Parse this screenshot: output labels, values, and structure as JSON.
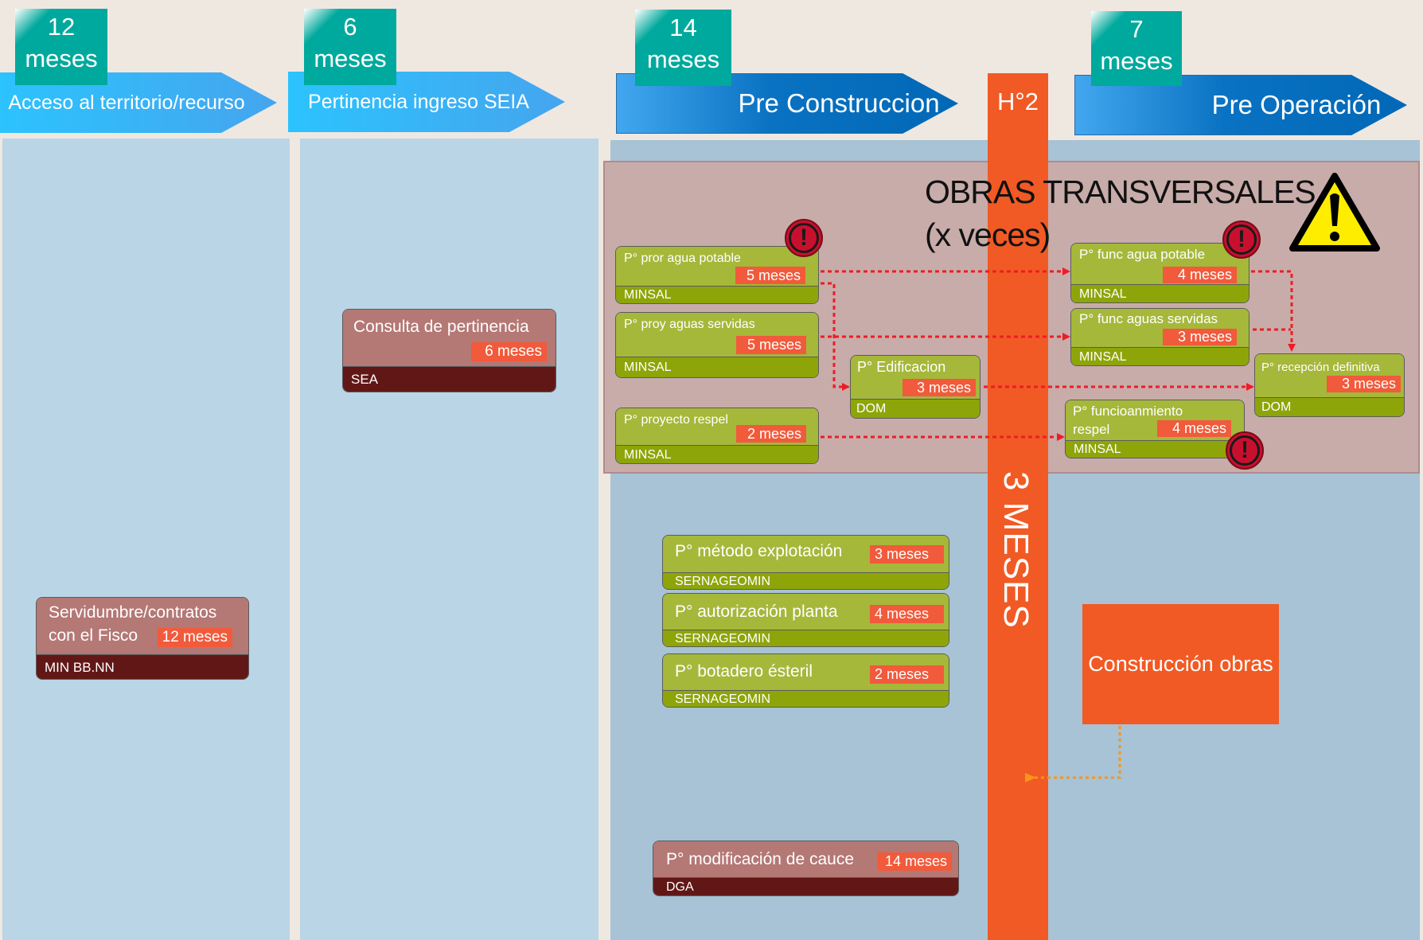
{
  "phases": [
    {
      "label": "Acceso al territorio/recurso",
      "duration_number": "12",
      "duration_unit": "meses"
    },
    {
      "label": "Pertinencia ingreso SEIA",
      "duration_number": "6",
      "duration_unit": "meses"
    },
    {
      "label": "Pre Construccion",
      "duration_number": "14",
      "duration_unit": "meses"
    },
    {
      "label": "Pre Operación",
      "duration_number": "7",
      "duration_unit": "meses"
    }
  ],
  "milestone": {
    "label": "H°2",
    "vertical_label": "3 MESES"
  },
  "transversal": {
    "title_line1": "OBRAS TRANSVERSALES",
    "title_line2": "(x veces)",
    "warning_icon": "warning-triangle-icon"
  },
  "cards": {
    "servidumbre": {
      "title_line1": "Servidumbre/contratos",
      "title_line2": "con el Fisco",
      "duration": "12 meses",
      "agency": "MIN BB.NN"
    },
    "consulta": {
      "title": "Consulta de pertinencia",
      "duration": "6 meses",
      "agency": "SEA"
    },
    "pror_agua": {
      "title": "P° pror agua potable",
      "duration": "5 meses",
      "agency": "MINSAL",
      "alert": true
    },
    "proy_aguas": {
      "title": "P° proy aguas servidas",
      "duration": "5 meses",
      "agency": "MINSAL"
    },
    "edificacion": {
      "title": "P° Edificacion",
      "duration": "3 meses",
      "agency": "DOM"
    },
    "proyecto_respel": {
      "title": "P° proyecto respel",
      "duration": "2 meses",
      "agency": "MINSAL"
    },
    "func_agua": {
      "title": "P° func agua potable",
      "duration": "4 meses",
      "agency": "MINSAL",
      "alert": true
    },
    "func_aguas": {
      "title": "P° func aguas servidas",
      "duration": "3 meses",
      "agency": "MINSAL"
    },
    "recepcion": {
      "title": "P° recepción definitiva",
      "duration": "3 meses",
      "agency": "DOM"
    },
    "func_respel": {
      "title_line1": "P° funcioanmiento",
      "title_line2": "respel",
      "duration": "4 meses",
      "agency": "MINSAL",
      "alert": true
    },
    "metodo": {
      "title": "P° método explotación",
      "duration": "3 meses",
      "agency": "SERNAGEOMIN"
    },
    "autorizacion": {
      "title": "P° autorización planta",
      "duration": "4 meses",
      "agency": "SERNAGEOMIN"
    },
    "botadero": {
      "title": "P° botadero ésteril",
      "duration": "2 meses",
      "agency": "SERNAGEOMIN"
    },
    "cauce": {
      "title": "P° modificación de cauce",
      "duration": "14 meses",
      "agency": "DGA"
    }
  },
  "construccion": {
    "label": "Construcción obras"
  },
  "alert_symbol": "!",
  "colors": {
    "phase_light": "#2cc3fe",
    "phase_dark": "#0068b6",
    "duration_badge": "#00a99d",
    "milestone": "#f15a24",
    "card_green": "#a5b83a",
    "card_green_footer": "#8ea50a",
    "card_maroon": "#b47875",
    "card_maroon_footer": "#621717",
    "pill": "#f15a3b",
    "arrow_red": "#ee1c25",
    "arrow_orange": "#f7941d"
  }
}
